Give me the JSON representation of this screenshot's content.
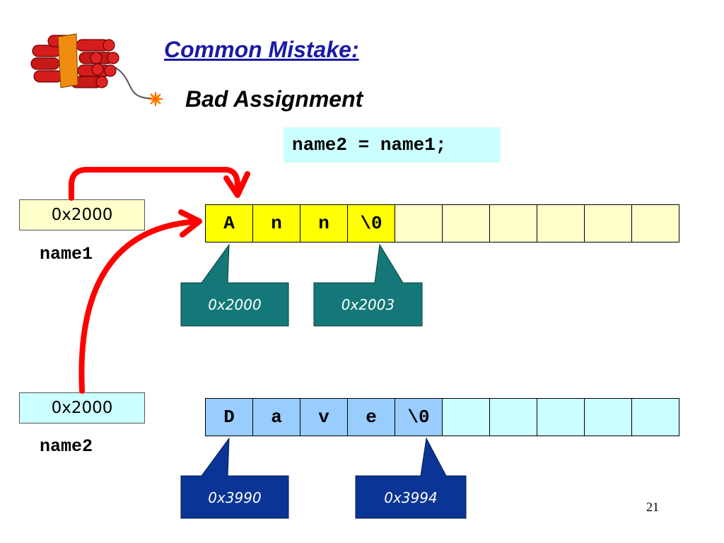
{
  "slide": {
    "title": "Common Mistake:",
    "subtitle": "Bad Assignment",
    "code": "name2 = name1;",
    "page_number": "21",
    "icon": "dynamite-icon"
  },
  "pointers": [
    {
      "name": "name1",
      "value": "0x2000",
      "color": "#ffffcc"
    },
    {
      "name": "name2",
      "value": "0x2000",
      "color": "#ccffff"
    }
  ],
  "arrays": [
    {
      "cells": [
        "A",
        "n",
        "n",
        "\\0",
        "",
        "",
        "",
        "",
        "",
        ""
      ],
      "fill_color": "#ffff00",
      "empty_color": "#ffffcc"
    },
    {
      "cells": [
        "D",
        "a",
        "v",
        "e",
        "\\0",
        "",
        "",
        "",
        "",
        ""
      ],
      "fill_color": "#99ccff",
      "empty_color": "#ccffff"
    }
  ],
  "callouts": [
    {
      "text": "0x2000",
      "color": "#147878"
    },
    {
      "text": "0x2003",
      "color": "#147878"
    },
    {
      "text": "0x3990",
      "color": "#0a3596"
    },
    {
      "text": "0x3994",
      "color": "#0a3596"
    }
  ],
  "arrow_color": "#ff0000"
}
